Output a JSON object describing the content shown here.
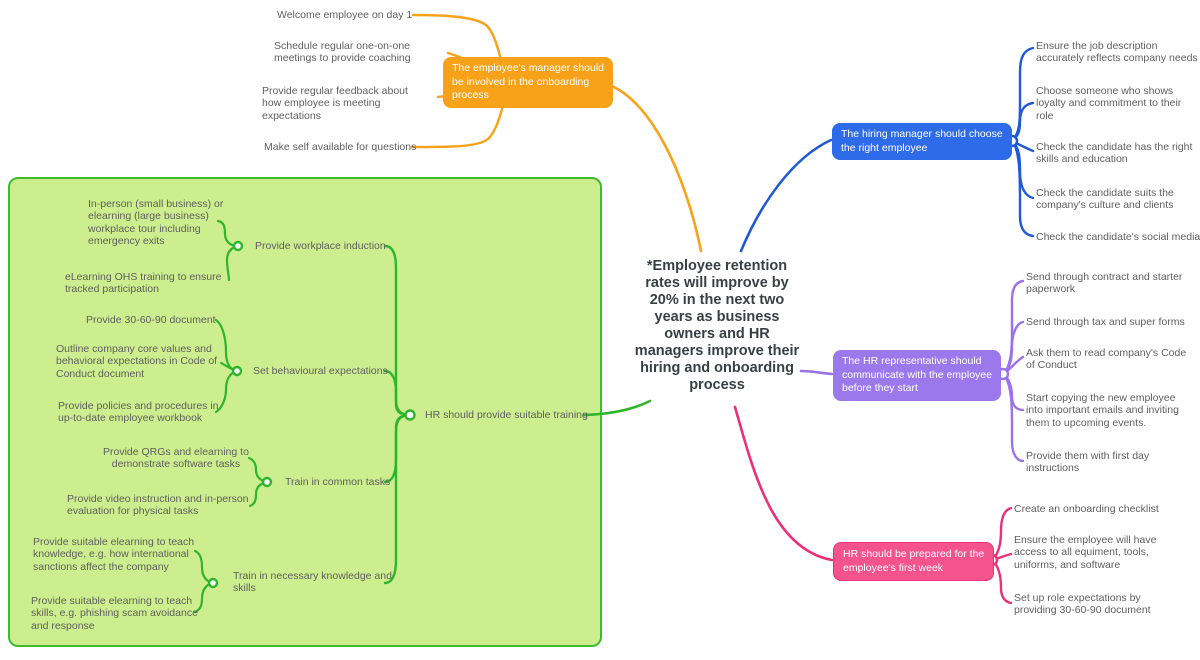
{
  "central": {
    "text": "*Employee retention\nrates will improve by\n20% in the next two\nyears as business\nowners and HR\nmanagers improve their\nhiring and onboarding\nprocess"
  },
  "colors": {
    "orange": "#F7A219",
    "blue": "#2E6BE8",
    "purple": "#9B79EC",
    "pink": "#F4538B",
    "pink_line": "#ED2E78",
    "green_line": "#2FB52B",
    "boundary_fill": "#CDEE8E",
    "boundary_border": "#3DBB33",
    "label_text": "#5F5F5F",
    "central_text": "#3A3F45"
  },
  "branches": {
    "manager": {
      "label": "The employee's manager should\nbe involved in the onboarding\nprocess",
      "children": [
        "Welcome employee on day 1",
        "Schedule regular one-on-one\nmeetings to provide coaching",
        "Provide regular feedback about\nhow employee is meeting\nexpectations",
        "Make self available for questions"
      ]
    },
    "hiring": {
      "label": "The hiring manager should choose\nthe right employee",
      "children": [
        "Ensure the job description\naccurately reflects company needs",
        "Choose someone who shows\nloyalty and commitment to their\nrole",
        "Check the candidate has the right\nskills and education",
        "Check the candidate suits the\ncompany's culture and clients",
        "Check the candidate's social media"
      ]
    },
    "hr_rep": {
      "label": "The HR representative should\ncommunicate with the employee\nbefore they start",
      "children": [
        "Send through contract and starter\npaperwork",
        "Send through tax and super forms",
        "Ask them to read company's Code\nof Conduct",
        "Start copying the new employee\ninto important emails and inviting\nthem to upcoming events.",
        "Provide them with first day\ninstructions"
      ]
    },
    "first_week": {
      "label": "HR should be prepared for the\nemployee's first week",
      "children": [
        "Create an onboarding checklist",
        "Ensure the employee will have\naccess to all equiment, tools,\nuniforms, and software",
        "Set up role expectations by\nproviding 30-60-90 document"
      ]
    },
    "training": {
      "label": "HR should provide suitable training",
      "subs": [
        {
          "label": "Provide workplace induction",
          "children": [
            "In-person (small business) or\nelearning (large business)\nworkplace tour including\nemergency exits",
            "eLearning OHS training to ensure\ntracked participation"
          ]
        },
        {
          "label": "Set behavioural expectations",
          "children": [
            "Provide 30-60-90 document",
            "Outline company core values and\nbehavioral expectations in Code of\nConduct document",
            "Provide policies and procedures in\nup-to-date employee workbook"
          ]
        },
        {
          "label": "Train in common tasks",
          "children": [
            "Provide QRGs and elearning to\ndemonstrate software tasks",
            "Provide video instruction and in-person\nevaluation for physical tasks"
          ]
        },
        {
          "label": "Train in necessary knowledge and\nskills",
          "children": [
            "Provide suitable elearning to teach\nknowledge, e.g. how international\nsanctions affect the company",
            "Provide suitable elearning to teach\nskills, e.g. phishing scam avoidance\nand response"
          ]
        }
      ]
    }
  }
}
